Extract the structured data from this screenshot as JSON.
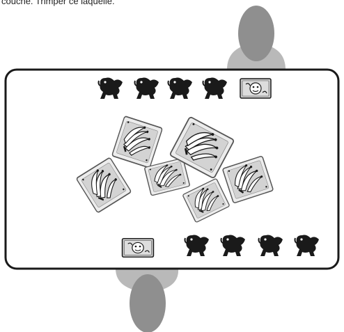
{
  "caption_fragment": "couche. Trimper ce laquelle.",
  "palette": {
    "ink": "#1a1a1a",
    "player_head": "#8f8f8f",
    "player_shoulders": "#b9b9b9",
    "table_fill": "#ffffff",
    "card_fill": "#ececec",
    "card_border": "#555555",
    "card_inner": "#d3d3d3",
    "back_tile": "#c9c9c9"
  },
  "players": [
    {
      "id": "player-top",
      "position": "top"
    },
    {
      "id": "player-bottom",
      "position": "bottom"
    }
  ],
  "top_row": {
    "monkey_count": 4,
    "facing": "right",
    "tile_icon": "monkey-face-tile"
  },
  "bottom_row": {
    "monkey_count": 4,
    "facing": "right",
    "tile_icon": "monkey-face-tile"
  },
  "center_cards": {
    "count": 6,
    "icon": "banana-bunch"
  }
}
